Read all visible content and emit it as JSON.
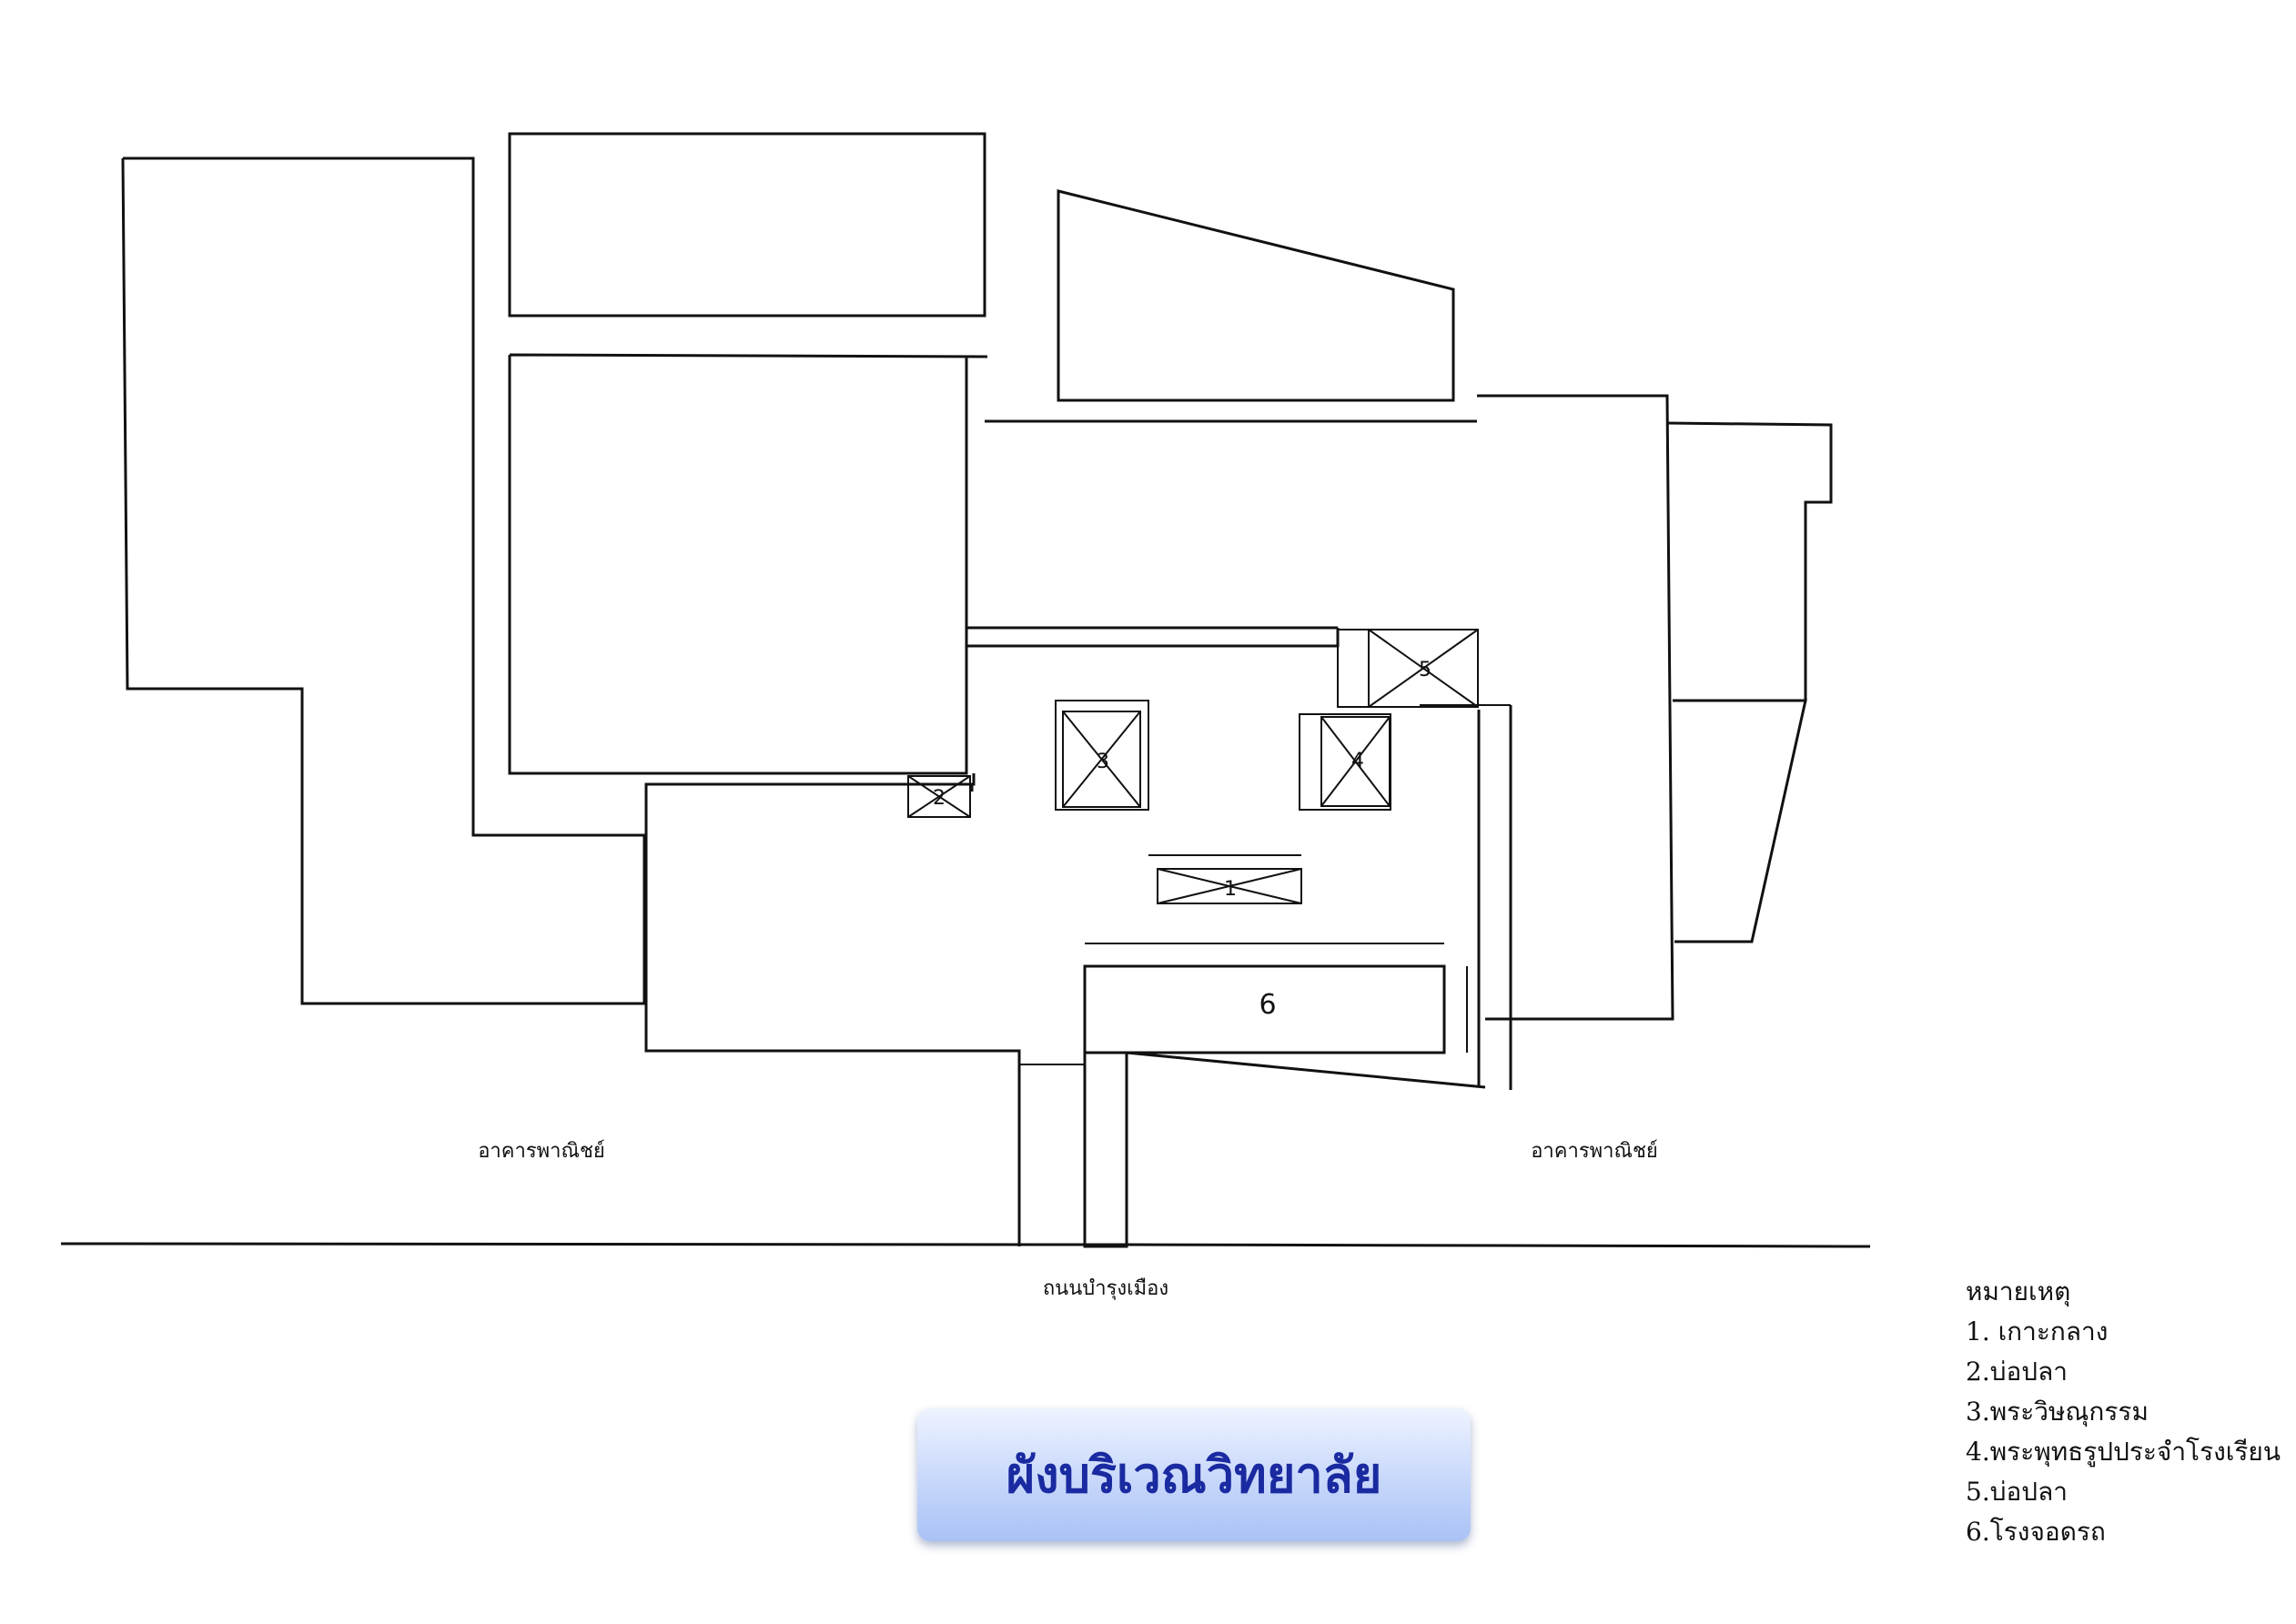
{
  "plan": {
    "label_left_building": "อาคารพาณิชย์",
    "label_right_building": "อาคารพาณิชย์",
    "road_name": "ถนนบำรุงเมือง",
    "markers": [
      "1",
      "2",
      "3",
      "4",
      "5",
      "6"
    ]
  },
  "title": "ผังบริเวณวิทยาลัย",
  "legend": {
    "heading": "หมายเหตุ",
    "items": [
      "1. เกาะกลาง",
      "2.บ่อปลา",
      "3.พระวิษณุกรรม",
      "4.พระพุทธรูปประจำโรงเรียน",
      "5.บ่อปลา",
      "6.โรงจอดรถ"
    ]
  }
}
